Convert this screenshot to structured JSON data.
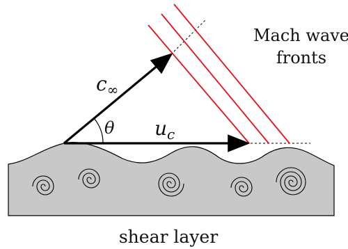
{
  "labels": {
    "c_symbol": "c",
    "c_subscript": "∞",
    "u_symbol": "u",
    "u_subscript": "c",
    "angle": "θ",
    "mach_line1": "Mach wave",
    "mach_line2": "fronts",
    "shear": "shear layer"
  },
  "colors": {
    "wave_front": "#e0141e",
    "shear_fill": "#c8c8c8",
    "ink": "#000000"
  }
}
